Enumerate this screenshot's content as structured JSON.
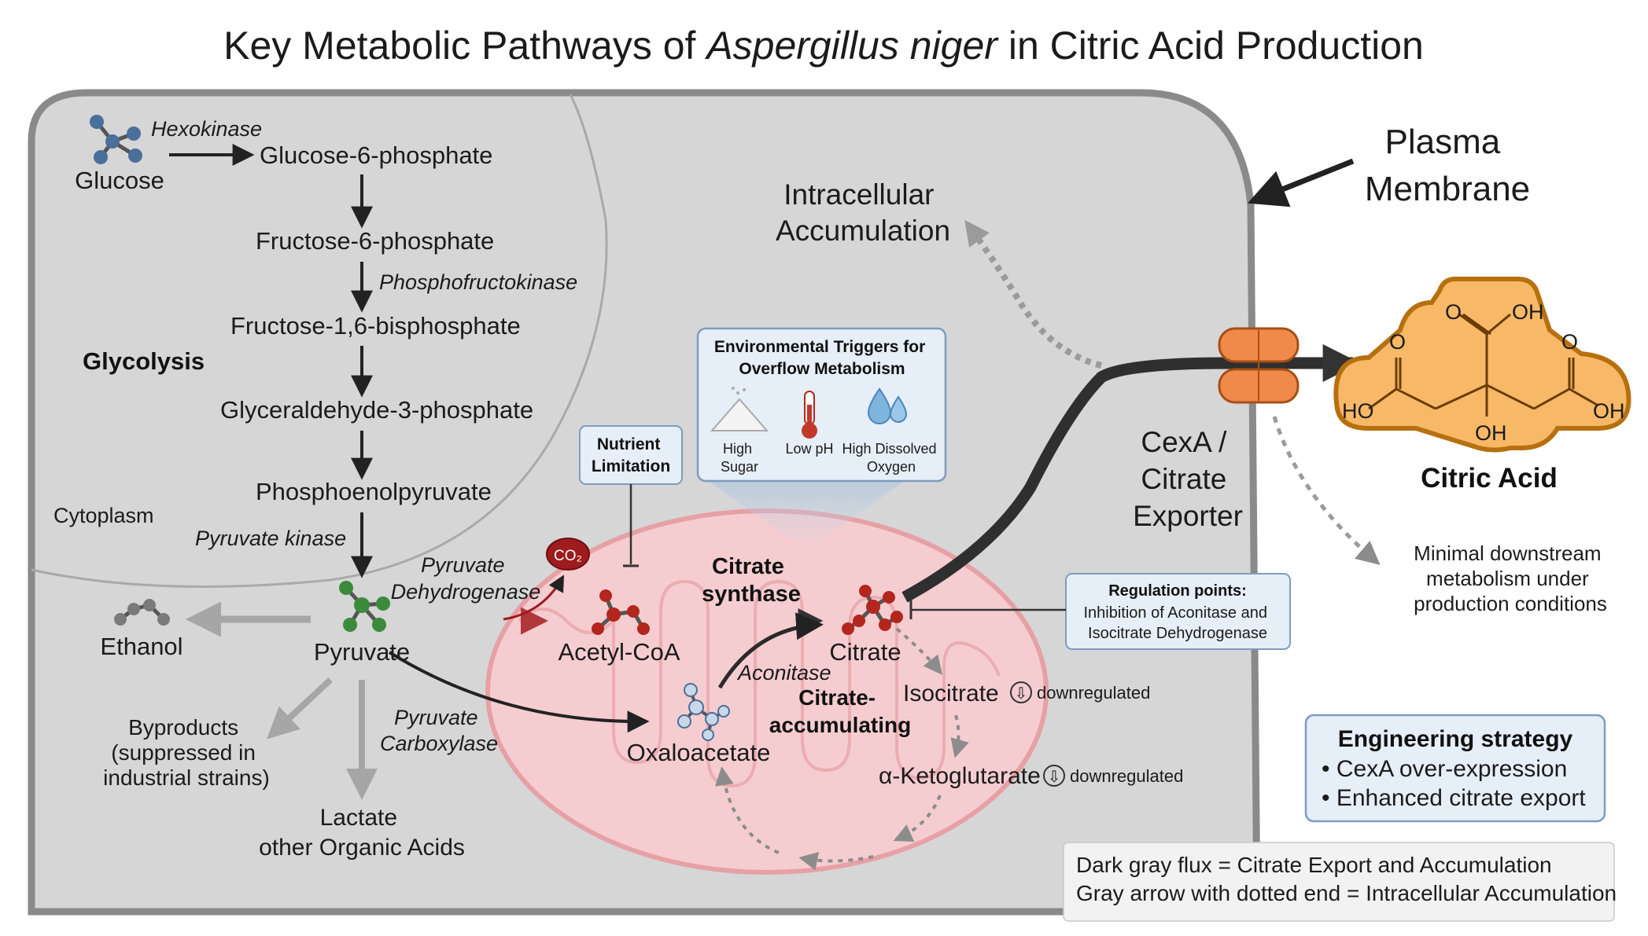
{
  "title": {
    "prefix": "Key Metabolic Pathways of ",
    "italic": "Aspergillus niger",
    "suffix": " in Citric Acid Production"
  },
  "compartments": {
    "cytoplasm": "Cytoplasm",
    "glycolysis": "Glycolysis",
    "plasma_membrane_line1": "Plasma",
    "plasma_membrane_line2": "Membrane"
  },
  "glycolysis": {
    "glucose": "Glucose",
    "hexokinase": "Hexokinase",
    "g6p": "Glucose-6-phosphate",
    "f6p": "Fructose-6-phosphate",
    "pfk": "Phosphofructokinase",
    "f16bp": "Fructose-1,6-bisphosphate",
    "g3p": "Glyceraldehyde-3-phosphate",
    "pep": "Phosphoenolpyruvate",
    "pyruvate_kinase": "Pyruvate kinase",
    "pyruvate": "Pyruvate"
  },
  "side_products": {
    "ethanol": "Ethanol",
    "byproducts_line1": "Byproducts",
    "byproducts_line2": "(suppressed in",
    "byproducts_line3": "industrial strains)",
    "lactate_line1": "Lactate",
    "lactate_line2": "other Organic Acids"
  },
  "enzymes": {
    "pdh_line1": "Pyruvate",
    "pdh_line2": "Dehydrogenase",
    "pc_line1": "Pyruvate",
    "pc_line2": "Carboxylase",
    "cs_line1": "Citrate",
    "cs_line2": "synthase",
    "aconitase": "Aconitase",
    "co2": "CO₂"
  },
  "tca": {
    "acetyl_coa": "Acetyl-CoA",
    "citrate": "Citrate",
    "oxaloacetate": "Oxaloacetate",
    "isocitrate": "Isocitrate",
    "akg": "α-Ketoglutarate",
    "downregulated": "downregulated",
    "down_symbol": "⇩",
    "mito_label_line1": "Citrate-",
    "mito_label_line2": "accumulating"
  },
  "boxes": {
    "nutrient_line1": "Nutrient",
    "nutrient_line2": "Limitation",
    "env_title_line1": "Environmental Triggers for",
    "env_title_line2": "Overflow Metabolism",
    "env_items": [
      {
        "line1": "High",
        "line2": "Sugar",
        "icon": "sugar-pile-icon"
      },
      {
        "line1": "Low pH",
        "line2": "",
        "icon": "thermometer-icon"
      },
      {
        "line1": "High Dissolved",
        "line2": "Oxygen",
        "icon": "water-drops-icon"
      }
    ],
    "regulation_title": "Regulation points:",
    "regulation_line2": "Inhibition of Aconitase and",
    "regulation_line3": "Isocitrate Dehydrogenase",
    "engineering_title": "Engineering strategy",
    "engineering_items": [
      "• CexA over-expression",
      "• Enhanced citrate export"
    ]
  },
  "export": {
    "intracellular_line1": "Intracellular",
    "intracellular_line2": "Accumulation",
    "exporter_line1": "CexA /",
    "exporter_line2": "Citrate",
    "exporter_line3": "Exporter",
    "citric_acid": "Citric Acid",
    "minimal_line1": "Minimal downstream",
    "minimal_line2": "metabolism under",
    "minimal_line3": "production conditions",
    "struct_o1": "O",
    "struct_oh1": "OH",
    "struct_o2": "O",
    "struct_o3": "O",
    "struct_ho": "HO",
    "struct_oh2": "OH",
    "struct_oh3": "OH"
  },
  "legend": {
    "line1": "Dark gray flux = Citrate Export and Accumulation",
    "line2": "Gray arrow with dotted end = Intracellular Accumulation"
  },
  "colors": {
    "cell_fill": "#d5d5d5",
    "cell_stroke": "#8a8a8a",
    "mito_fill": "#f6cfd1",
    "mito_stroke": "#e39aa0",
    "pdh_arrow": "#9e1b1e",
    "citrate_flux": "#3a3a3a",
    "citric_acid_fill": "#f7b867",
    "citric_acid_stroke": "#b7700f",
    "transporter": "#f08a4b",
    "box_fill": "#e6eef7",
    "box_stroke": "#7f9cbf",
    "molecule_red": "#b3261e",
    "molecule_blue": "#4b6f9b",
    "molecule_green": "#3c8a3c"
  }
}
